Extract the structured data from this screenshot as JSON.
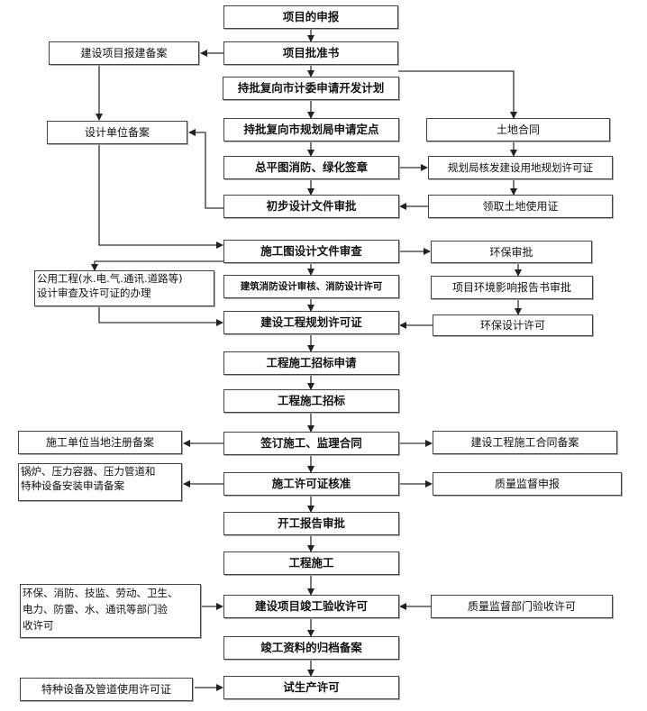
{
  "main_flow": [
    "项目的申报",
    "项目批准书",
    "持批复向市计委申请开发计划",
    "持批复向市规划局申请定点",
    "总平图消防、绿化签章",
    "初步设计文件审批",
    "施工图设计文件审查",
    "建筑消防设计审核、消防设计许可",
    "建设工程规划许可证",
    "工程施工招标申请",
    "工程施工招标",
    "签订施工、监理合同",
    "施工许可证核准",
    "开工报告审批",
    "工程施工",
    "建设项目竣工验收许可",
    "竣工资料的归档备案",
    "试生产许可"
  ],
  "left_branch": {
    "project_filing": "建设项目报建备案",
    "design_unit_filing": "设计单位备案",
    "public_works_line1": "公用工程(水.电.气.通讯.道路等)",
    "public_works_line2": "设计审查及许可证的办理",
    "contractor_registration": "施工单位当地注册备案",
    "boiler_line1": "锅炉、压力容器、压力管道和",
    "boiler_line2": "特种设备安装申请备案",
    "acceptance_line1": "环保、消防、技监、劳动、卫生、",
    "acceptance_line2": "电力、防雷、水、通讯等部门验",
    "acceptance_line3": "收许可",
    "special_equipment": "特种设备及管道使用许可证"
  },
  "right_branch": {
    "land_contract": "土地合同",
    "land_planning_permit": "规划局核发建设用地规划许可证",
    "land_use_cert": "领取土地使用证",
    "env_approval": "环保审批",
    "env_impact_report": "项目环境影响报告书审批",
    "env_design_permit": "环保设计许可",
    "contract_filing": "建设工程施工合同备案",
    "quality_supervision": "质量监督申报",
    "quality_acceptance": "质量监督部门验收许可"
  }
}
